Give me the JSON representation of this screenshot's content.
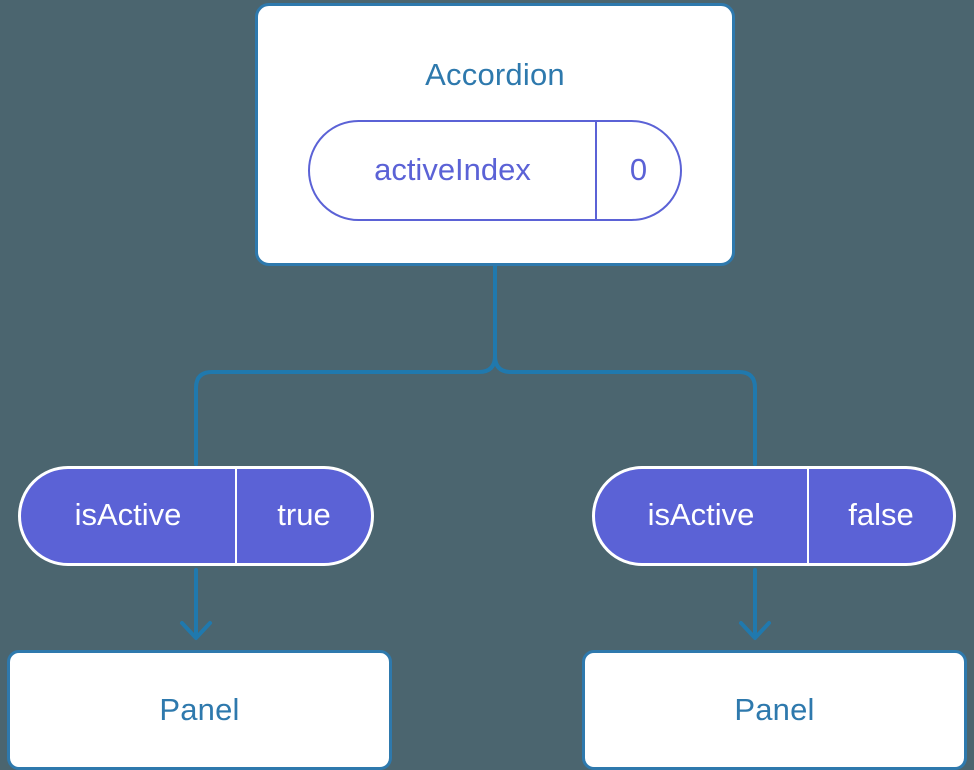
{
  "diagram": {
    "type": "component-state-tree",
    "background_color": "#4b656f",
    "accent_blue": "#2e79ad",
    "accent_purple": "#5b62d6",
    "root": {
      "title": "Accordion",
      "state_pill": {
        "key": "activeIndex",
        "value": "0"
      }
    },
    "children": [
      {
        "prop_pill": {
          "key": "isActive",
          "value": "true"
        },
        "panel": {
          "title": "Panel"
        }
      },
      {
        "prop_pill": {
          "key": "isActive",
          "value": "false"
        },
        "panel": {
          "title": "Panel"
        }
      }
    ]
  }
}
